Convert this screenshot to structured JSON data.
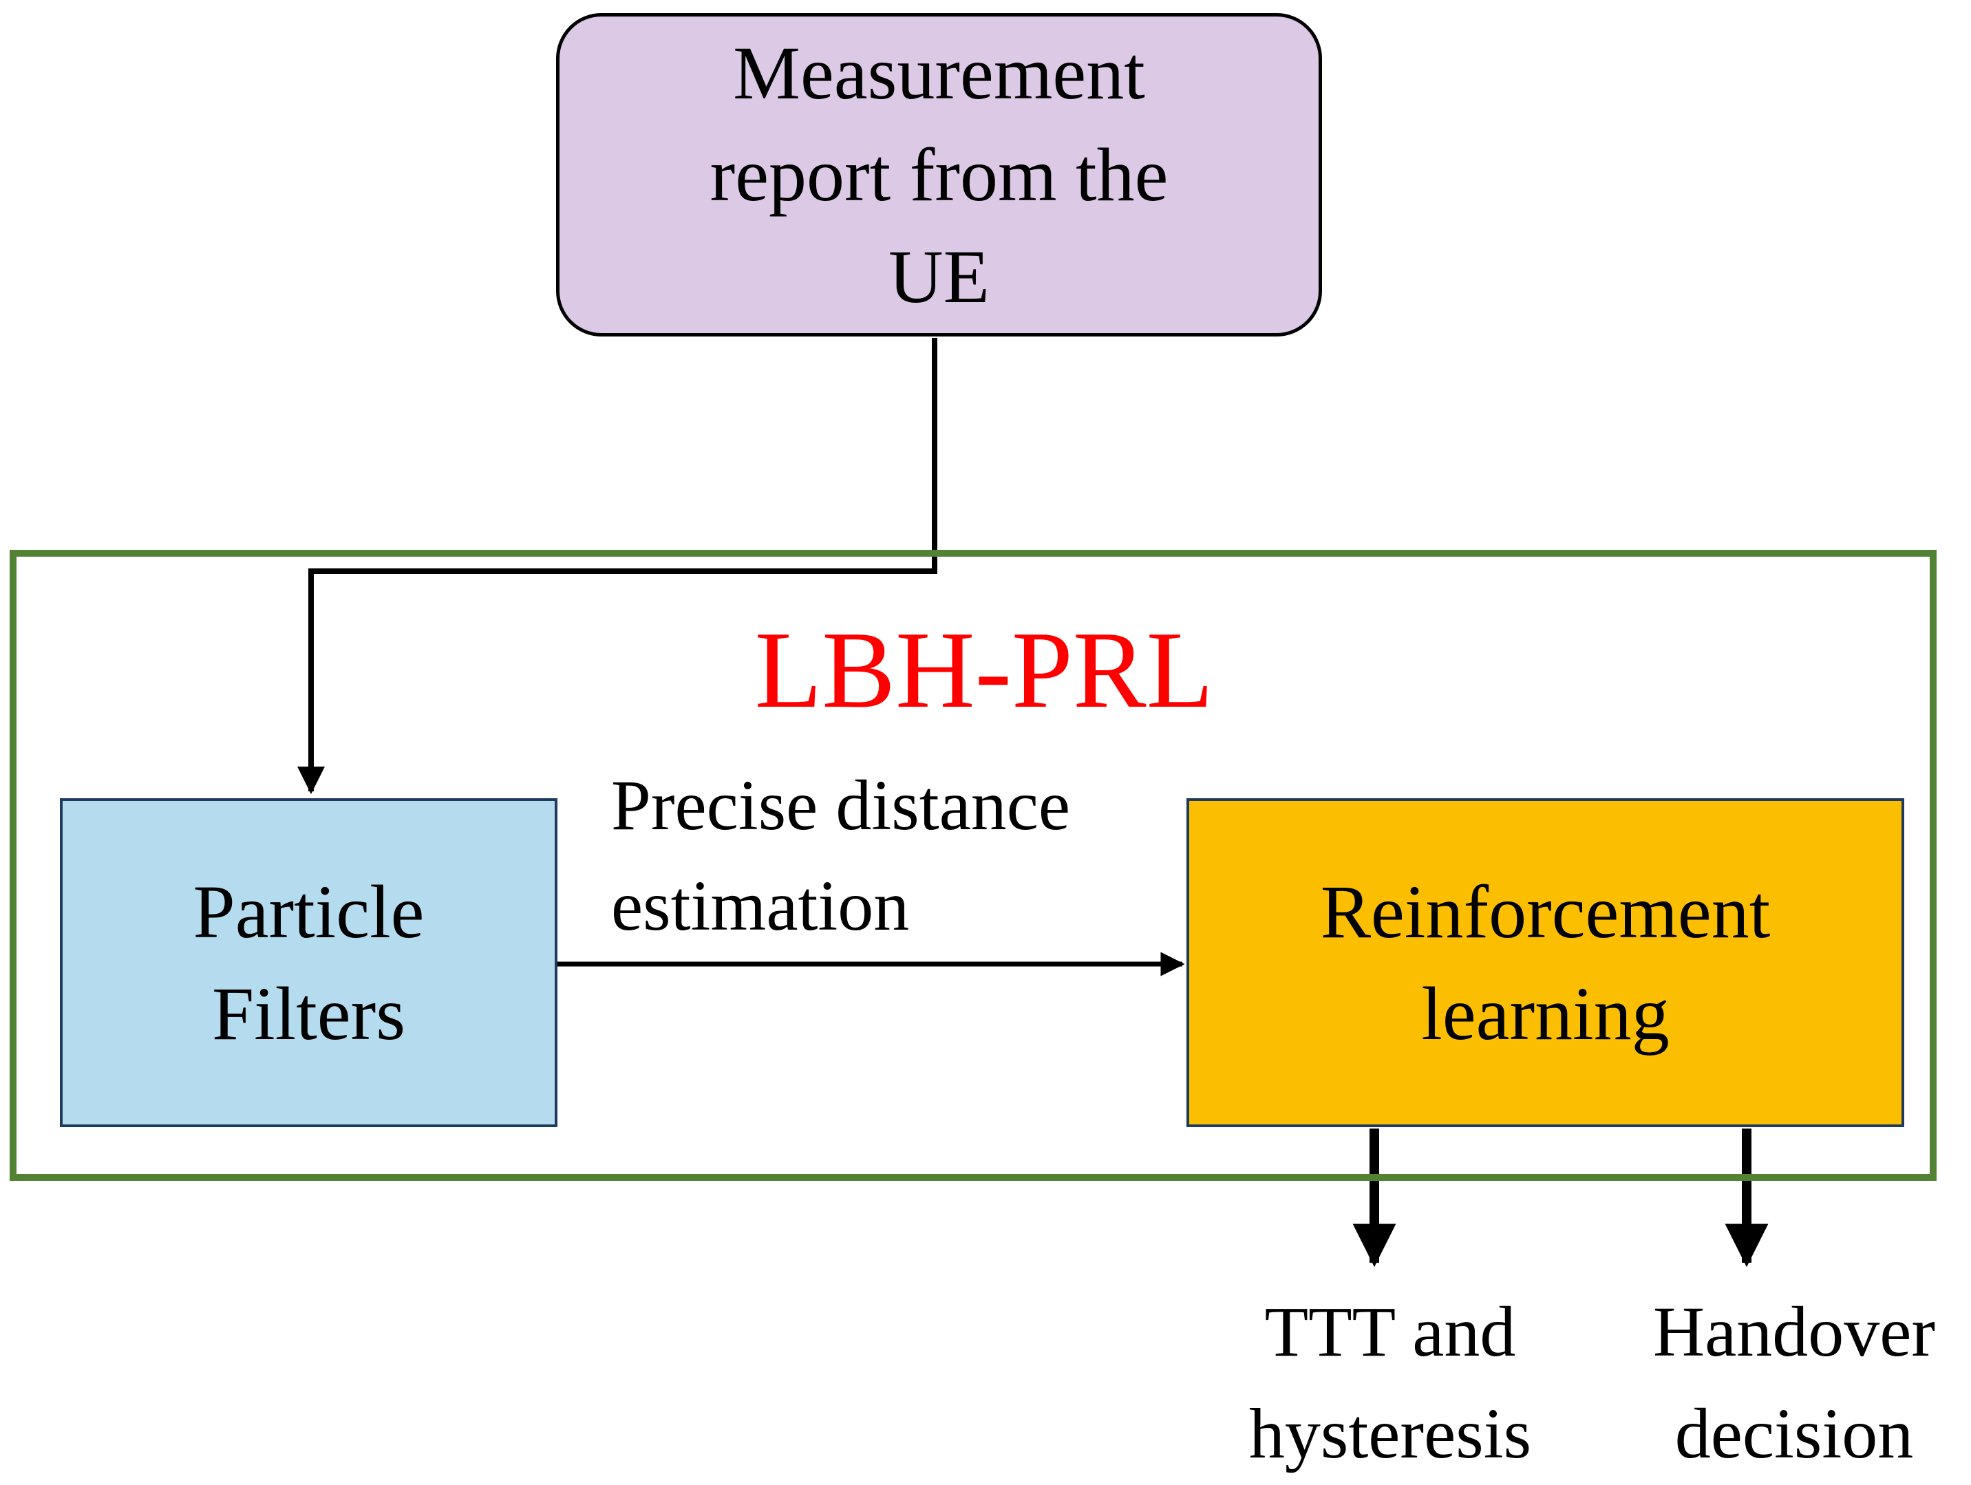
{
  "colors": {
    "measurement_fill": "#dcc9e6",
    "particle_fill": "#b5dcee",
    "rl_fill": "#fbbe00",
    "container_border": "#548235",
    "system_title": "#ff0000",
    "node_border": "#1f3a5f",
    "arrow": "#000000"
  },
  "nodes": {
    "measurement": {
      "text": "Measurement report from the UE"
    },
    "particle_filters": {
      "text": "Particle Filters"
    },
    "reinforcement_learning": {
      "text": "Reinforcement learning"
    }
  },
  "system": {
    "title": "LBH-PRL"
  },
  "edges": {
    "pf_to_rl_label": "Precise distance estimation"
  },
  "outputs": {
    "ttt": "TTT and hysteresis",
    "handover": "Handover decision"
  }
}
